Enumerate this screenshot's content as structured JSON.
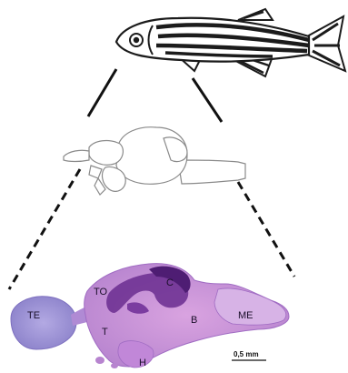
{
  "labels": {
    "te": "TE",
    "to": "TO",
    "c": "C",
    "t": "T",
    "b": "B",
    "me": "ME",
    "h": "H"
  },
  "scale_bar": {
    "label": "0,5 mm"
  },
  "colors": {
    "fish_stripe": "#1b1b1b",
    "fish_body": "#ffffff",
    "brain_outline": "#8a8a8a",
    "section_fill": "#c98fd6",
    "section_dark": "#6a2d8f",
    "te_fill": "#9e93d6"
  }
}
